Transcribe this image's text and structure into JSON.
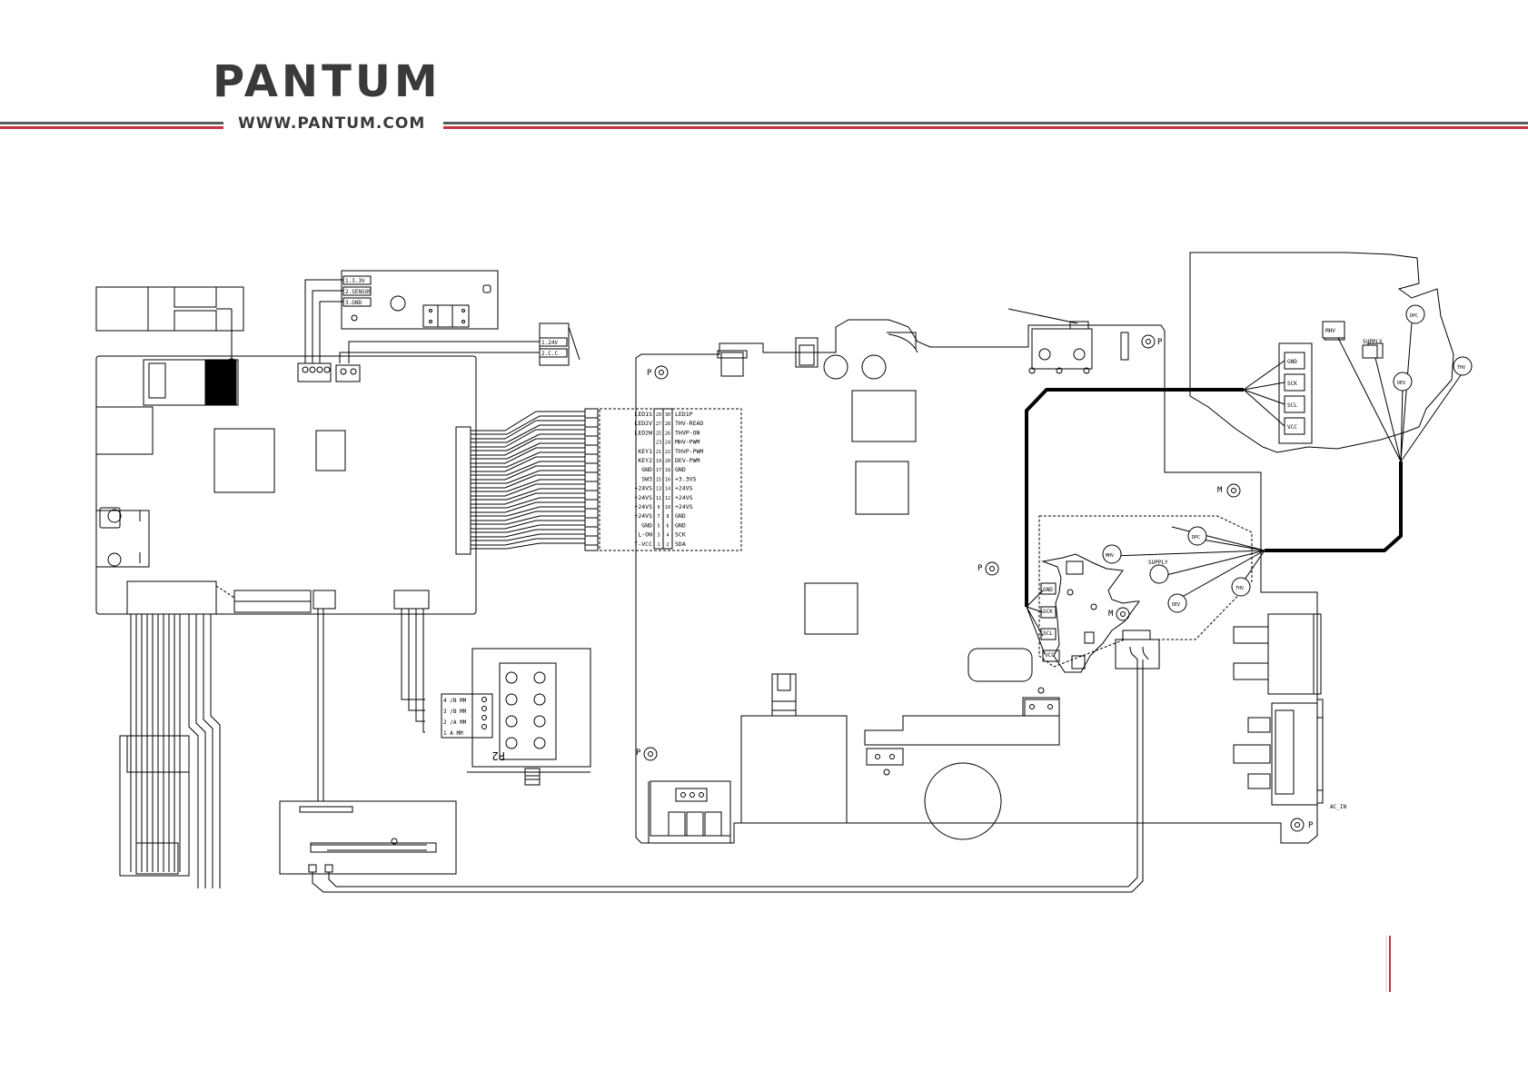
{
  "header": {
    "brand": "PANTUM",
    "website": "WWW.PANTUM.COM",
    "colors": {
      "dark": "#3a3a3a",
      "accent": "#c8323c"
    }
  },
  "connectors": {
    "sensor_board": [
      "1.3.3V",
      "2.SENSOR",
      "3.GND"
    ],
    "door_switch": [
      "1.24V",
      "2.C.C"
    ],
    "cn_left": [
      "LED1S",
      "LED2V",
      "LED2W",
      "",
      "KEY1",
      "KEY2",
      "GND",
      "SW3",
      "+24VS",
      "+24VS",
      "+24VS",
      "+24VS",
      "GND",
      "L-ON",
      "T-VCC"
    ],
    "cn_right": [
      "LED1P",
      "THV-READ",
      "THVP-ON",
      "MHV-PWM",
      "THVP-PWM",
      "DEV-PWM",
      "GND",
      "+3.3VS",
      "+24VS",
      "+24VS",
      "+24VS",
      "GND",
      "GND",
      "SCK",
      "SDA"
    ],
    "pin_left": [
      "29",
      "27",
      "25",
      "23",
      "21",
      "19",
      "17",
      "15",
      "13",
      "11",
      "9",
      "7",
      "5",
      "3",
      "1"
    ],
    "pin_right": [
      "30",
      "28",
      "26",
      "24",
      "22",
      "20",
      "18",
      "16",
      "14",
      "12",
      "10",
      "8",
      "6",
      "4",
      "2"
    ],
    "motor": [
      "4 /B MM",
      "3 /B MM",
      "2 /A MM",
      "1 A MM"
    ],
    "motor_label": "P2",
    "ac_label": "AC_IN"
  },
  "chip": {
    "top": [
      "GND",
      "SCK",
      "SCL",
      "VCC"
    ],
    "bottom": [
      "GND",
      "SCK",
      "SCL",
      "VCC"
    ]
  },
  "nodes": {
    "top": [
      "MHV",
      "SUPPLY",
      "DPC",
      "DEV",
      "THV"
    ],
    "bottom": [
      "MHV",
      "SUPPLY",
      "DPC",
      "DEV",
      "THV"
    ]
  },
  "markers": {
    "p": "P",
    "m": "M"
  }
}
